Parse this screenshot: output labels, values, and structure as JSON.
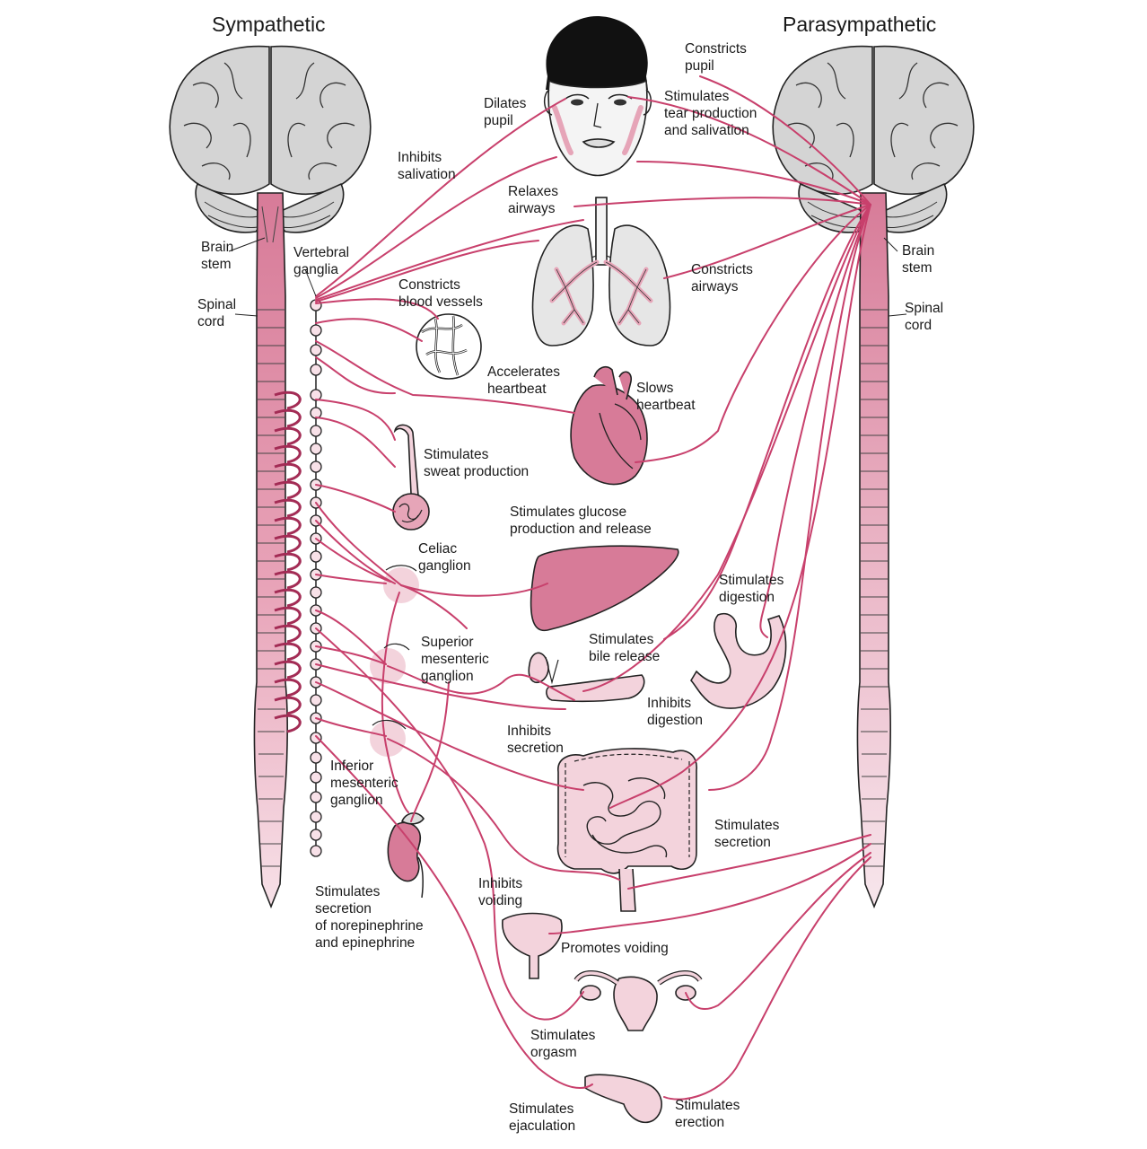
{
  "titles": {
    "left": "Sympathetic",
    "right": "Parasympathetic"
  },
  "labels": {
    "brain_stem_left": "Brain\nstem",
    "spinal_cord_left": "Spinal\ncord",
    "vertebral_ganglia": "Vertebral\nganglia",
    "brain_stem_right": "Brain\nstem",
    "spinal_cord_right": "Spinal\ncord",
    "dilates_pupil": "Dilates\npupil",
    "constricts_pupil": "Constricts\npupil",
    "stimulates_tear": "Stimulates\ntear production\nand salivation",
    "inhibits_salivation": "Inhibits\nsalivation",
    "relaxes_airways": "Relaxes\nairways",
    "constricts_airways": "Constricts\nairways",
    "constricts_blood_vessels": "Constricts\nblood vessels",
    "accelerates_heartbeat": "Accelerates\nheartbeat",
    "slows_heartbeat": "Slows\nheartbeat",
    "stimulates_sweat": "Stimulates\nsweat production",
    "stimulates_glucose": "Stimulates glucose\nproduction and release",
    "celiac_ganglion": "Celiac\nganglion",
    "stimulates_digestion": "Stimulates\ndigestion",
    "superior_mesenteric": "Superior\nmesenteric\nganglion",
    "stimulates_bile": "Stimulates\nbile release",
    "inhibits_digestion": "Inhibits\ndigestion",
    "inhibits_secretion": "Inhibits\nsecretion",
    "inferior_mesenteric": "Inferior\nmesenteric\nganglion",
    "stimulates_secretion": "Stimulates\nsecretion",
    "stimulates_norepinephrine": "Stimulates\nsecretion\nof norepinephrine\nand epinephrine",
    "inhibits_voiding": "Inhibits\nvoiding",
    "promotes_voiding": "Promotes voiding",
    "stimulates_orgasm": "Stimulates\norgasm",
    "stimulates_ejaculation": "Stimulates\nejaculation",
    "stimulates_erection": "Stimulates\nerection"
  },
  "colors": {
    "nerve": "#c8406c",
    "organ_dark": "#d77b98",
    "organ_mid": "#e6a5b8",
    "organ_light": "#f3d3dc",
    "brain": "#d4d4d4",
    "outline": "#222222"
  }
}
